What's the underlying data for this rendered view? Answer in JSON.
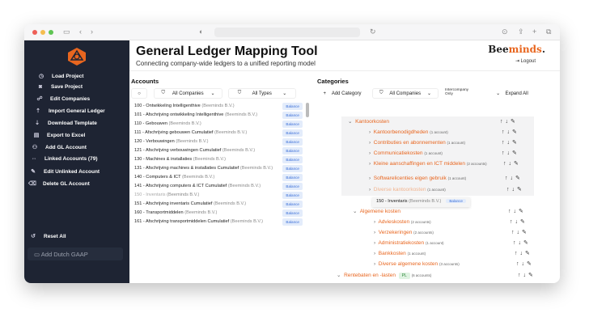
{
  "browser": {
    "icons": [
      "sidebar-icon",
      "back-icon",
      "forward-icon",
      "shield-icon",
      "reload-icon",
      "download-icon",
      "share-icon",
      "new-tab-icon",
      "tabs-icon"
    ]
  },
  "sidebar": {
    "items": [
      {
        "label": "Load Project",
        "icon": "folder-open-icon"
      },
      {
        "label": "Save Project",
        "icon": "save-icon"
      },
      {
        "label": "Edit Companies",
        "icon": "users-icon"
      },
      {
        "label": "Import General Ledger",
        "icon": "upload-icon"
      },
      {
        "label": "Download Template",
        "icon": "download-icon"
      },
      {
        "label": "Export to Excel",
        "icon": "file-icon"
      },
      {
        "label": "Add GL Account",
        "icon": "user-plus-icon"
      },
      {
        "label": "Linked Accounts (79)",
        "icon": "link-icon"
      },
      {
        "label": "Edit Unlinked Account",
        "icon": "pencil-icon"
      },
      {
        "label": "Delete GL Account",
        "icon": "trash-icon"
      }
    ],
    "reset": "Reset All",
    "gaap": "Add Dutch GAAP",
    "accent": "#e8661f",
    "bg": "#1e2433"
  },
  "header": {
    "title": "General Ledger Mapping Tool",
    "subtitle": "Connecting company-wide ledgers to a unified reporting model",
    "brand_a": "Bee",
    "brand_b": "minds",
    "brand_dot": ".",
    "logout": "Logout"
  },
  "accounts": {
    "title": "Accounts",
    "company_filter": "All Companies",
    "type_filter": "All Types",
    "rows": [
      {
        "name": "100 - Ontwikkeling Intelligenthive",
        "company": "(Beeminds B.V.)",
        "type": "Balance"
      },
      {
        "name": "101 - Afschrijving ontwikkeling Intelligenthive",
        "company": "(Beeminds B.V.)",
        "type": "Balance"
      },
      {
        "name": "110 - Gebouwen",
        "company": "(Beeminds B.V.)",
        "type": "Balance"
      },
      {
        "name": "111 - Afschrijving gebouwen Cumulatief",
        "company": "(Beeminds B.V.)",
        "type": "Balance"
      },
      {
        "name": "120 - Verbouwingen",
        "company": "(Beeminds B.V.)",
        "type": "Balance"
      },
      {
        "name": "121 - Afschrijving verbouwingen Cumulatief",
        "company": "(Beeminds B.V.)",
        "type": "Balance"
      },
      {
        "name": "130 - Machines & installaties",
        "company": "(Beeminds B.V.)",
        "type": "Balance"
      },
      {
        "name": "131 - Afschrijving machines & installaties Cumulatief",
        "company": "(Beeminds B.V.)",
        "type": "Balance"
      },
      {
        "name": "140 - Computers & ICT",
        "company": "(Beeminds B.V.)",
        "type": "Balance"
      },
      {
        "name": "141 - Afschrijving computers & ICT Cumulatief",
        "company": "(Beeminds B.V.)",
        "type": "Balance"
      },
      {
        "name": "150 - Inventaris",
        "company": "(Beeminds B.V.)",
        "type": "Balance"
      },
      {
        "name": "151 - Afschrijving inventaris Cumulatief",
        "company": "(Beeminds B.V.)",
        "type": "Balance"
      },
      {
        "name": "160 - Transportmiddelen",
        "company": "(Beeminds B.V.)",
        "type": "Balance"
      },
      {
        "name": "161 - Afschrijving transportmiddelen Cumulatief",
        "company": "(Beeminds B.V.)",
        "type": "Balance"
      }
    ],
    "dragging": {
      "name": "150 - Inventaris",
      "company": "(Beeminds B.V.)",
      "type": "Balance"
    }
  },
  "categories": {
    "title": "Categories",
    "add": "Add Category",
    "company_filter": "All Companies",
    "intercompany": "Intercompany Only",
    "expand": "Expand All",
    "items": [
      {
        "name": "Kantoorkosten",
        "count": "",
        "level": 1
      },
      {
        "name": "Kantoorbenodigdheden",
        "count": "(1 account)",
        "level": 2
      },
      {
        "name": "Contributies en abonnementen",
        "count": "(1 account)",
        "level": 2
      },
      {
        "name": "Communicatiekosten",
        "count": "(1 account)",
        "level": 2
      },
      {
        "name": "Kleine aanschaffingen en ICT middelen",
        "count": "(2 accounts)",
        "level": 2
      },
      {
        "name": "Softwarelicenties eigen gebruik",
        "count": "(1 account)",
        "level": 2
      },
      {
        "name": "Diverse kantoorkosten",
        "count": "(1 account)",
        "level": 2
      },
      {
        "name": "Algemene kosten",
        "count": "",
        "level": 1
      },
      {
        "name": "Advieskosten",
        "count": "(2 accounts)",
        "level": 2
      },
      {
        "name": "Verzekeringen",
        "count": "(2 accounts)",
        "level": 2
      },
      {
        "name": "Administratiekosten",
        "count": "(1 account)",
        "level": 2
      },
      {
        "name": "Bankkosten",
        "count": "(1 account)",
        "level": 2
      },
      {
        "name": "Diverse algemene kosten",
        "count": "(3 accounts)",
        "level": 2
      },
      {
        "name": "Rentebaten en -lasten",
        "count": "(6 accounts)",
        "level": 0,
        "badge": "PL"
      }
    ]
  }
}
